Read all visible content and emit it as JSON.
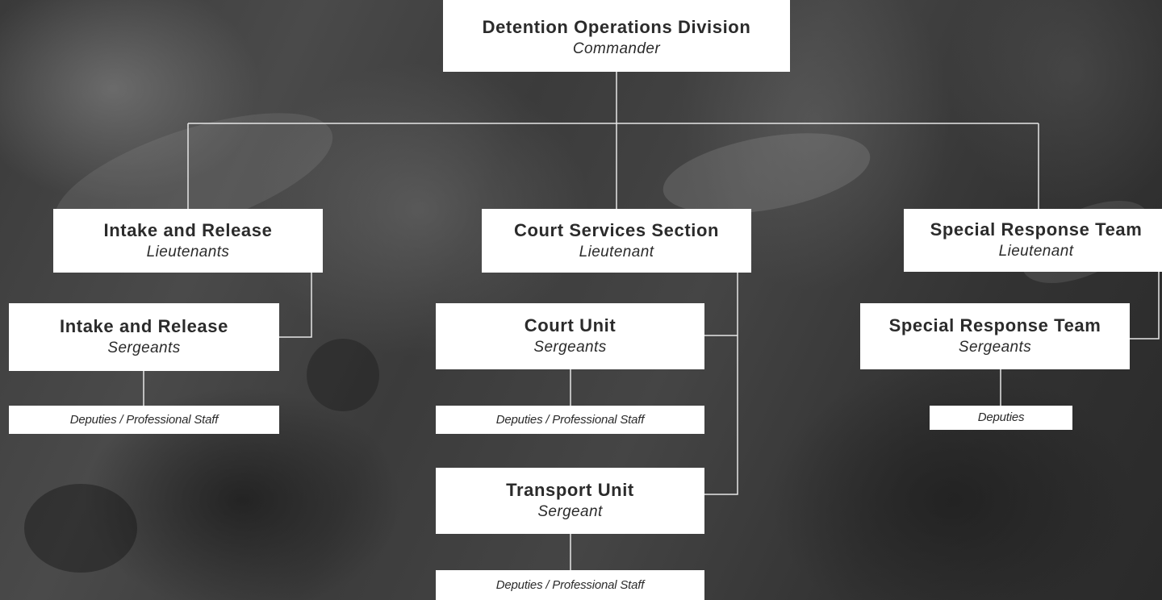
{
  "chart": {
    "root": {
      "title": "Detention Operations Division",
      "role": "Commander"
    },
    "intake_lt": {
      "title": "Intake and Release",
      "role": "Lieutenants"
    },
    "intake_sgt": {
      "title": "Intake and Release",
      "role": "Sergeants"
    },
    "intake_staff": {
      "label": "Deputies / Professional Staff"
    },
    "court_section": {
      "title": "Court Services Section",
      "role": "Lieutenant"
    },
    "court_unit": {
      "title": "Court Unit",
      "role": "Sergeants"
    },
    "court_unit_staff": {
      "label": "Deputies / Professional Staff"
    },
    "transport_unit": {
      "title": "Transport Unit",
      "role": "Sergeant"
    },
    "transport_staff": {
      "label": "Deputies / Professional Staff"
    },
    "srt_lt": {
      "title": "Special Response Team",
      "role": "Lieutenant"
    },
    "srt_sgt": {
      "title": "Special Response Team",
      "role": "Sergeants"
    },
    "srt_staff": {
      "label": "Deputies"
    }
  }
}
